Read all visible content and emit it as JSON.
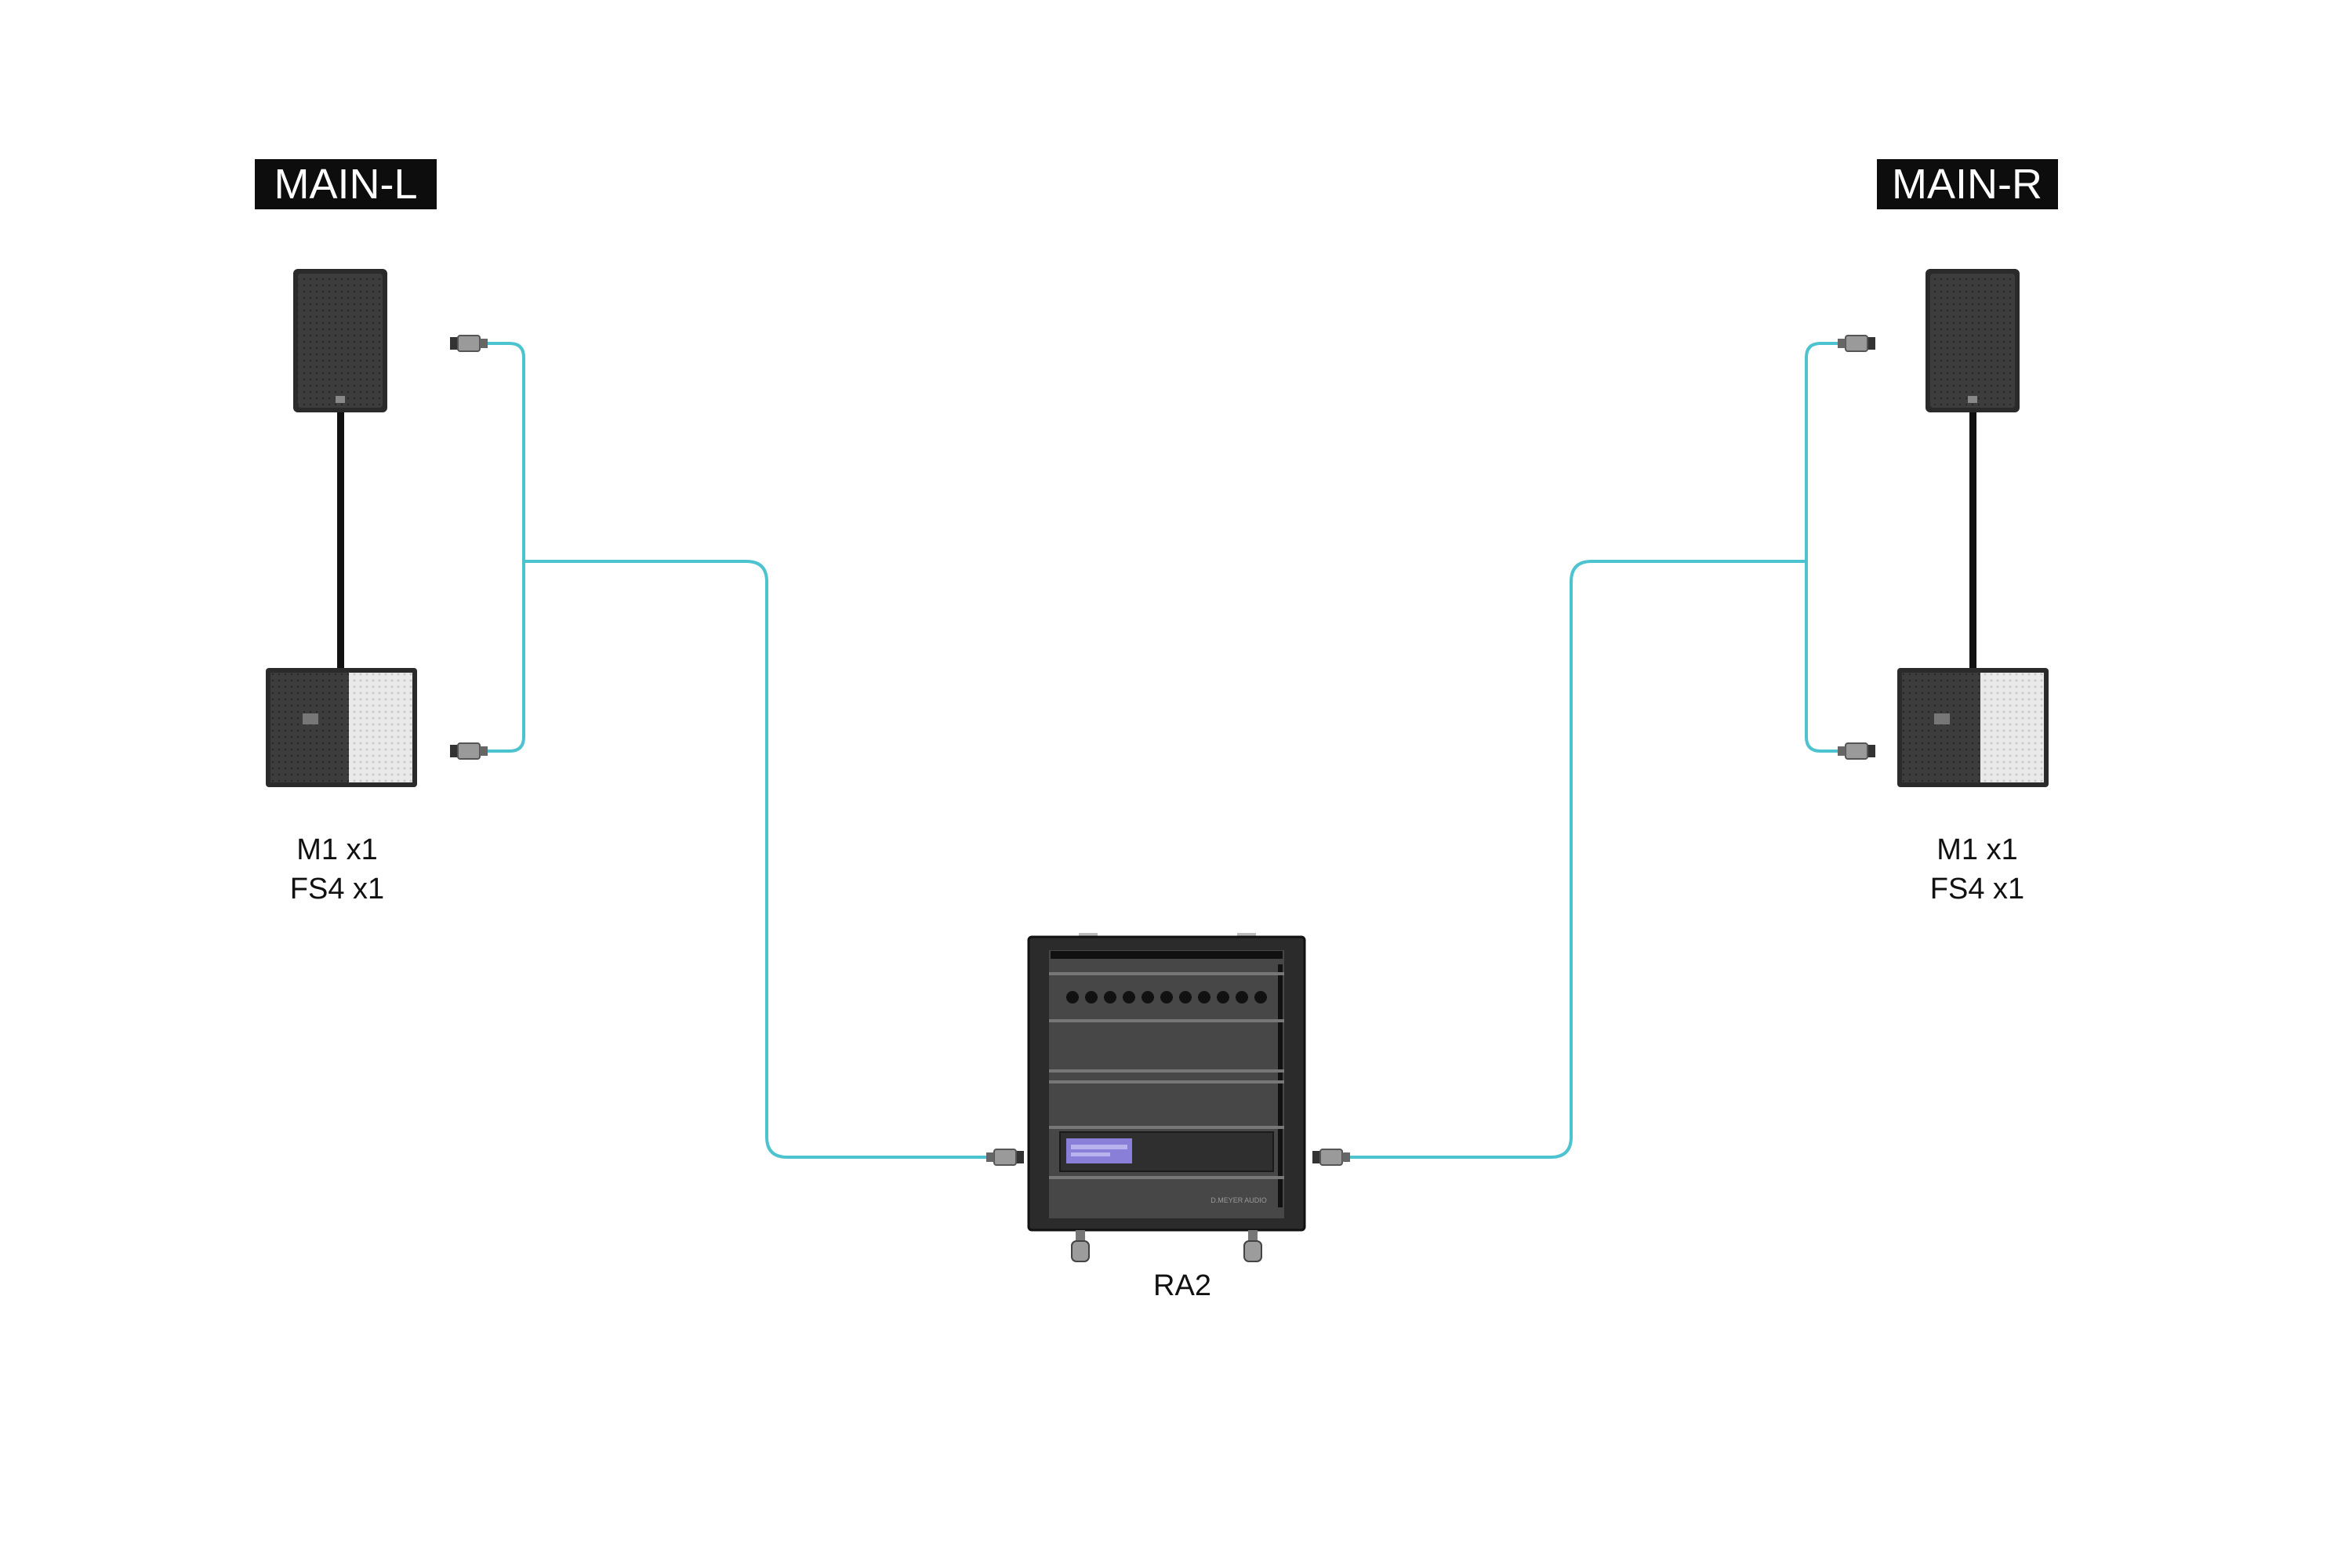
{
  "groups": {
    "left": {
      "tag": "MAIN-L",
      "line1": "M1 x1",
      "line2": "FS4 x1"
    },
    "right": {
      "tag": "MAIN-R",
      "line1": "M1 x1",
      "line2": "FS4 x1"
    }
  },
  "rack": {
    "label": "RA2",
    "brand_small": "D.MEYER AUDIO"
  },
  "colors": {
    "cable": "#4cc3cf",
    "tag_bg": "#0d0d0d",
    "speaker_body": "#3a3a3a",
    "rack_body": "#474747",
    "display": "#8a7fd8"
  }
}
